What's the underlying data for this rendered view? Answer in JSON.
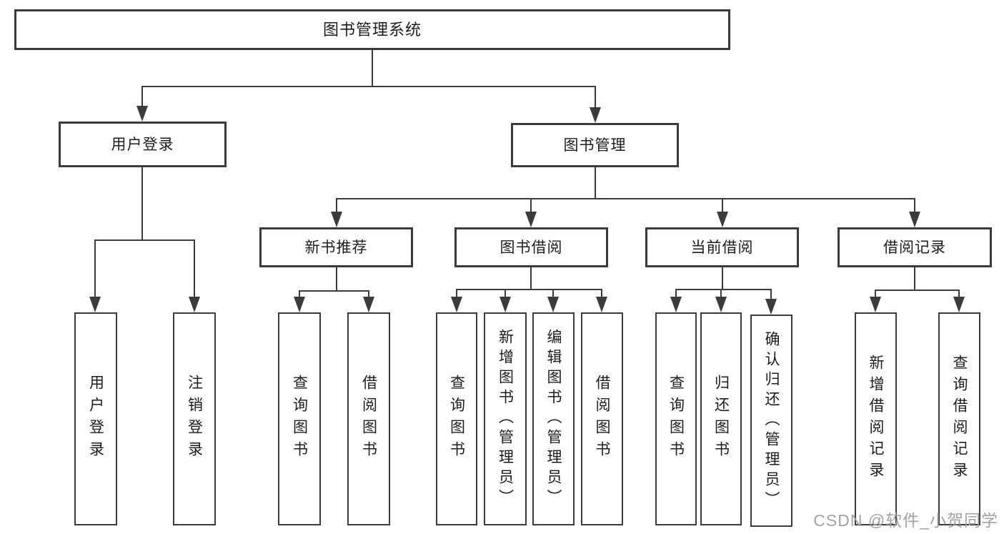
{
  "diagram": {
    "root": {
      "label": "图书管理系统"
    },
    "level2": {
      "user_login": {
        "label": "用户登录"
      },
      "book_mgmt": {
        "label": "图书管理"
      }
    },
    "level3": {
      "new_book_rec": {
        "label": "新书推荐"
      },
      "book_borrow": {
        "label": "图书借阅"
      },
      "current_borrow": {
        "label": "当前借阅"
      },
      "borrow_record": {
        "label": "借阅记录"
      }
    },
    "leaves": {
      "user_login_leaf": {
        "label": "用户登录"
      },
      "logout": {
        "label": "注销登录"
      },
      "rec_query_book": {
        "label": "查询图书"
      },
      "rec_borrow_book": {
        "label": "借阅图书"
      },
      "bb_query_book": {
        "label": "查询图书"
      },
      "bb_add_book": {
        "label": "新增图书（管理员）"
      },
      "bb_edit_book": {
        "label": "编辑图书（管理员）"
      },
      "bb_borrow_book": {
        "label": "借阅图书"
      },
      "cb_query_book": {
        "label": "查询图书"
      },
      "cb_return_book": {
        "label": "归还图书"
      },
      "cb_confirm_return": {
        "label": "确认归还（管理员）"
      },
      "br_add_record": {
        "label": "新增借阅记录"
      },
      "br_query_record": {
        "label": "查询借阅记录"
      }
    }
  },
  "colors": {
    "line": "#3b3b3b",
    "text": "#1c1c1c",
    "watermark": "#a2a2a2"
  },
  "watermark": {
    "text": "CSDN @软件_小贺同学"
  }
}
